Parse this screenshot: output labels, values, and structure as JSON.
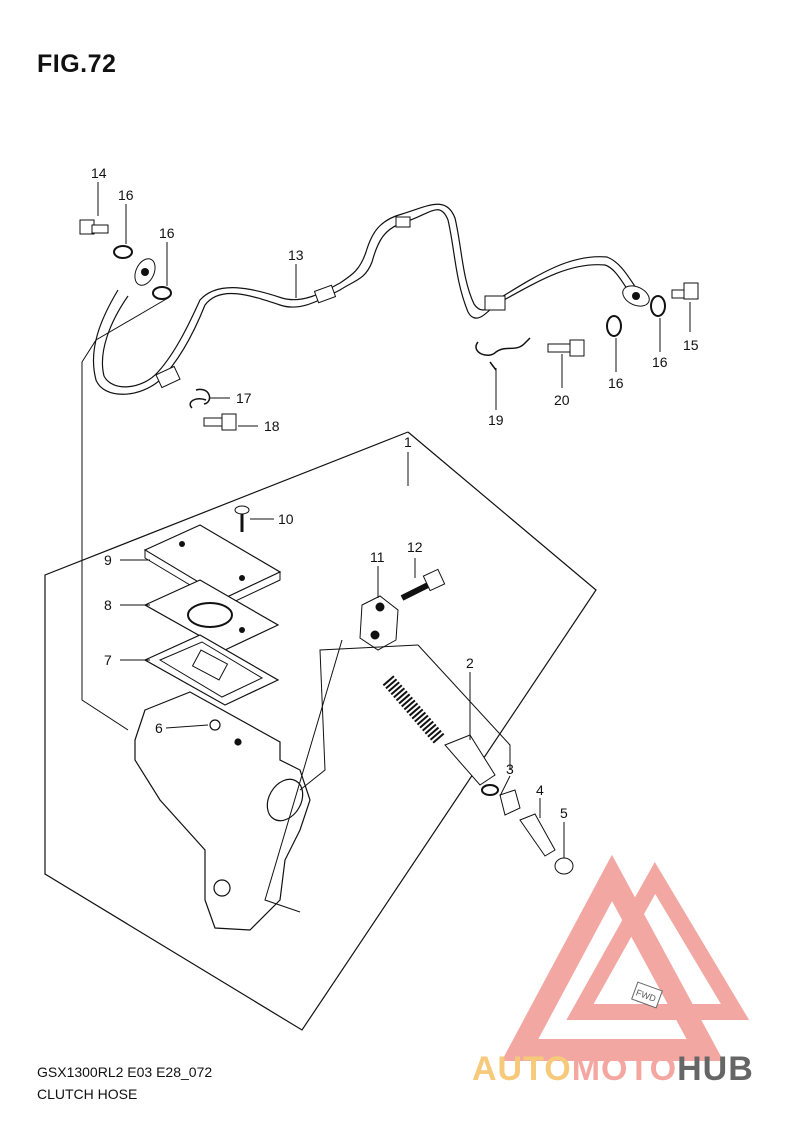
{
  "figure": {
    "title": "FIG.72",
    "model_code": "GSX1300RL2 E03 E28_072",
    "section_name": "CLUTCH HOSE"
  },
  "callouts": [
    {
      "id": "c14",
      "label": "14"
    },
    {
      "id": "c16a",
      "label": "16"
    },
    {
      "id": "c16b",
      "label": "16"
    },
    {
      "id": "c13",
      "label": "13"
    },
    {
      "id": "c17",
      "label": "17"
    },
    {
      "id": "c18",
      "label": "18"
    },
    {
      "id": "c15",
      "label": "15"
    },
    {
      "id": "c16c",
      "label": "16"
    },
    {
      "id": "c16d",
      "label": "16"
    },
    {
      "id": "c19",
      "label": "19"
    },
    {
      "id": "c20",
      "label": "20"
    },
    {
      "id": "c1",
      "label": "1"
    },
    {
      "id": "c10",
      "label": "10"
    },
    {
      "id": "c9",
      "label": "9"
    },
    {
      "id": "c8",
      "label": "8"
    },
    {
      "id": "c7",
      "label": "7"
    },
    {
      "id": "c6",
      "label": "6"
    },
    {
      "id": "c11",
      "label": "11"
    },
    {
      "id": "c12",
      "label": "12"
    },
    {
      "id": "c2",
      "label": "2"
    },
    {
      "id": "c3",
      "label": "3"
    },
    {
      "id": "c4",
      "label": "4"
    },
    {
      "id": "c5",
      "label": "5"
    }
  ],
  "watermark": {
    "word_part1": "AUTO",
    "word_part2": "MOTO",
    "word_part3": "HUB",
    "color_part1": "#f7c97a",
    "color_part2": "#f4a6a0",
    "color_part3": "#666666",
    "triangle_color": "#f08a84",
    "fwd_icon_label": "FWD"
  }
}
